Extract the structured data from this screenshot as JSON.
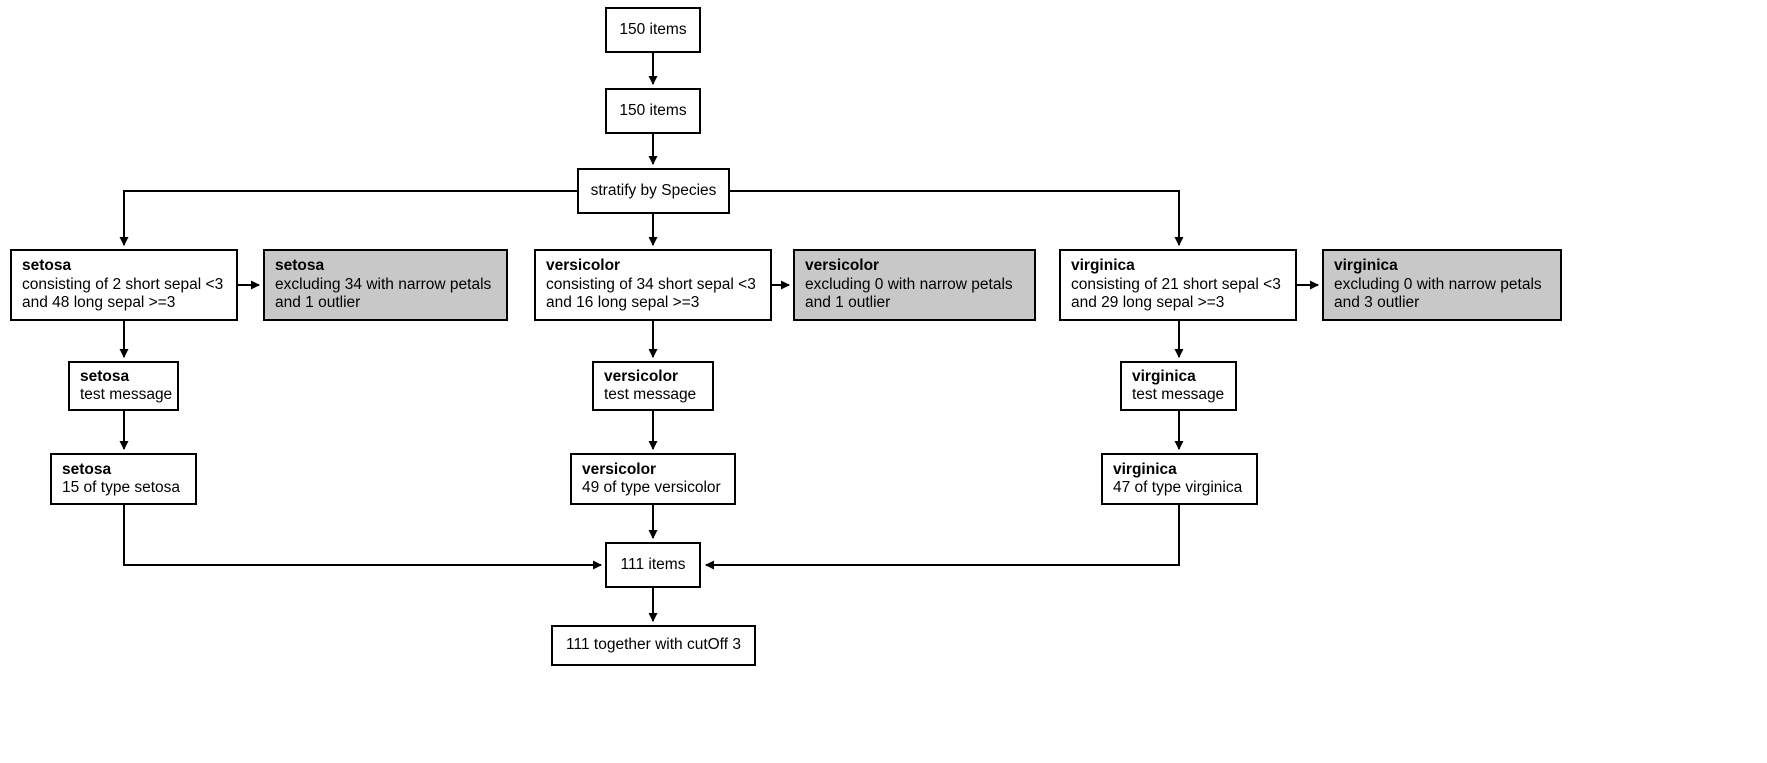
{
  "diagram": {
    "title": "CONSORT style stratified flow diagram",
    "colors": {
      "background": "#ffffff",
      "node_fill": "#ffffff",
      "node_fill_shaded": "#c8c8c8",
      "stroke": "#000000",
      "text": "#000000"
    }
  },
  "nodes": {
    "start": {
      "label": "150 items"
    },
    "second": {
      "label": "150 items"
    },
    "stratify": {
      "label": "stratify by Species"
    },
    "setosa_main": {
      "title": "setosa",
      "line1": "consisting of 2 short sepal <3",
      "line2": "and 48 long sepal >=3"
    },
    "setosa_excluded": {
      "title": "setosa",
      "line1": "excluding 34 with narrow petals",
      "line2": "and 1 outlier"
    },
    "setosa_test": {
      "title": "setosa",
      "line1": "test message"
    },
    "setosa_result": {
      "title": "setosa",
      "line1": "15 of type setosa"
    },
    "versicolor_main": {
      "title": "versicolor",
      "line1": "consisting of 34 short sepal <3",
      "line2": "and 16 long sepal >=3"
    },
    "versicolor_excluded": {
      "title": "versicolor",
      "line1": "excluding 0 with narrow petals",
      "line2": "and 1 outlier"
    },
    "versicolor_test": {
      "title": "versicolor",
      "line1": "test message"
    },
    "versicolor_result": {
      "title": "versicolor",
      "line1": "49 of type versicolor"
    },
    "virginica_main": {
      "title": "virginica",
      "line1": "consisting of 21 short sepal <3",
      "line2": "and 29 long sepal >=3"
    },
    "virginica_excluded": {
      "title": "virginica",
      "line1": "excluding 0 with narrow petals",
      "line2": "and 3 outlier"
    },
    "virginica_test": {
      "title": "virginica",
      "line1": "test message"
    },
    "virginica_result": {
      "title": "virginica",
      "line1": "47 of type virginica"
    },
    "merge": {
      "label": "111 items"
    },
    "final": {
      "label": "111 together with cutOff 3"
    }
  }
}
